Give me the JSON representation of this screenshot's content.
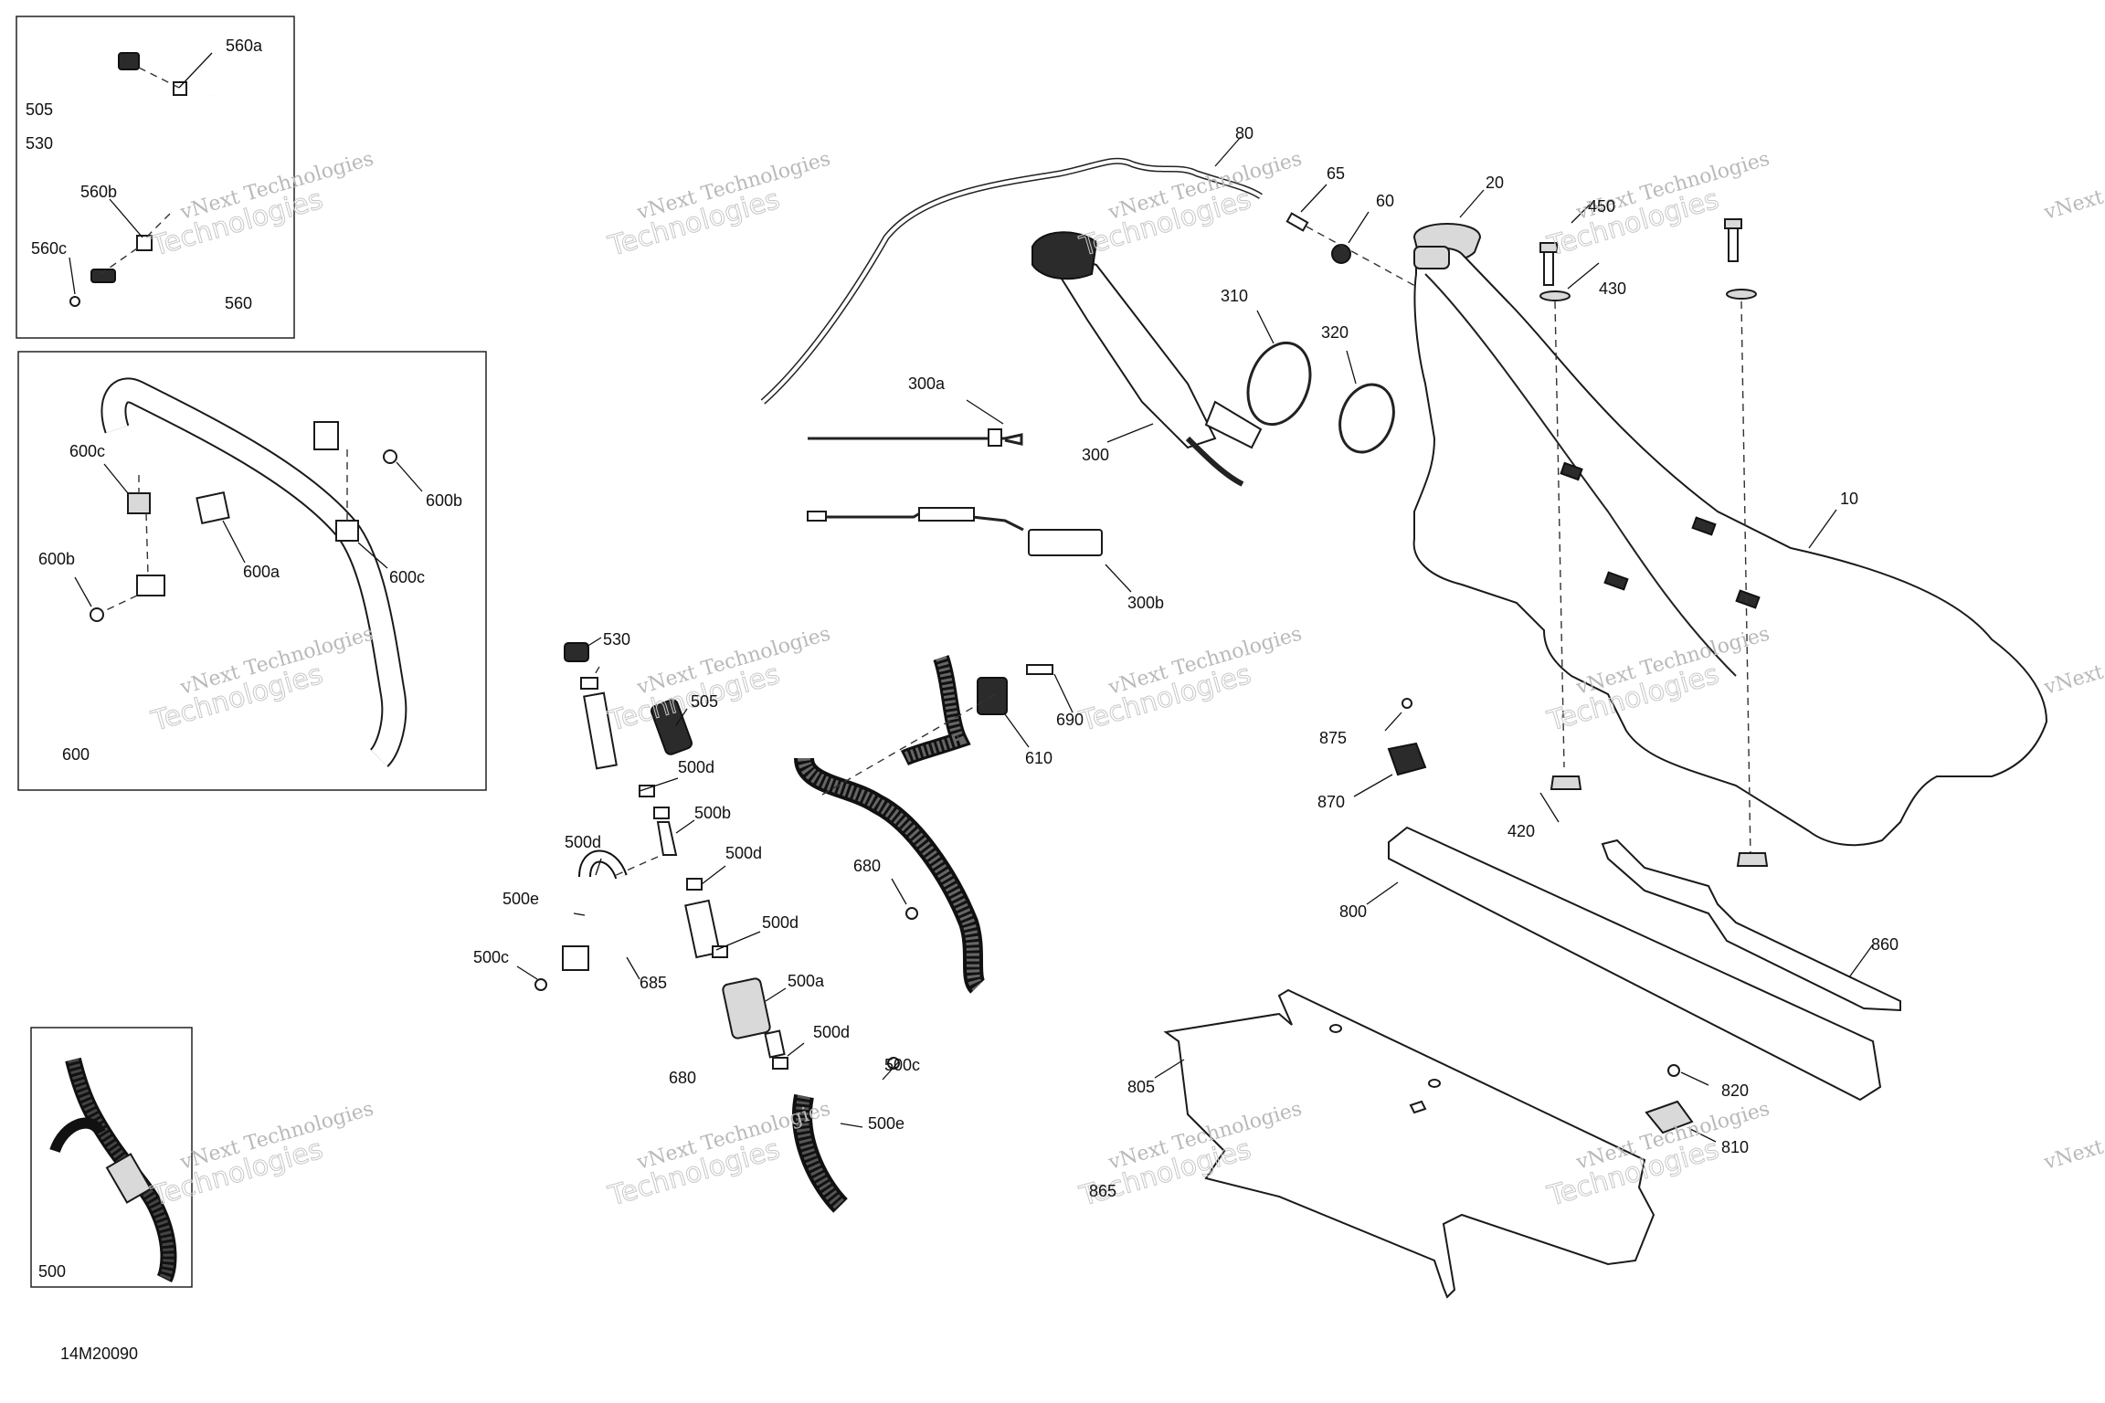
{
  "diagram_id": "14M20090",
  "watermark": {
    "line1": "vNext Technologies",
    "line2": "Technologies"
  },
  "inset_labels": {
    "box_560": [
      "505",
      "530",
      "560a",
      "560b",
      "560c",
      "560"
    ],
    "box_600": [
      "600c",
      "600b",
      "600b",
      "600a",
      "600c",
      "600"
    ],
    "box_500": [
      "500"
    ]
  },
  "callouts": {
    "c80": "80",
    "c65": "65",
    "c60": "60",
    "c20": "20",
    "c450": "450",
    "c430": "430",
    "c310": "310",
    "c320": "320",
    "c300a": "300a",
    "c300": "300",
    "c300b": "300b",
    "c10": "10",
    "c530": "530",
    "c505": "505",
    "c500d_1": "500d",
    "c500b": "500b",
    "c500d_2": "500d",
    "c500d_3": "500d",
    "c500e_1": "500e",
    "c500d_4": "500d",
    "c500c_1": "500c",
    "c685": "685",
    "c500a": "500a",
    "c500d_5": "500d",
    "c680_1": "680",
    "c500c_2": "500c",
    "c500e_2": "500e",
    "c690": "690",
    "c610": "610",
    "c680_2": "680",
    "c875": "875",
    "c870": "870",
    "c420": "420",
    "c800": "800",
    "c860": "860",
    "c805": "805",
    "c820": "820",
    "c810": "810",
    "c865": "865"
  }
}
